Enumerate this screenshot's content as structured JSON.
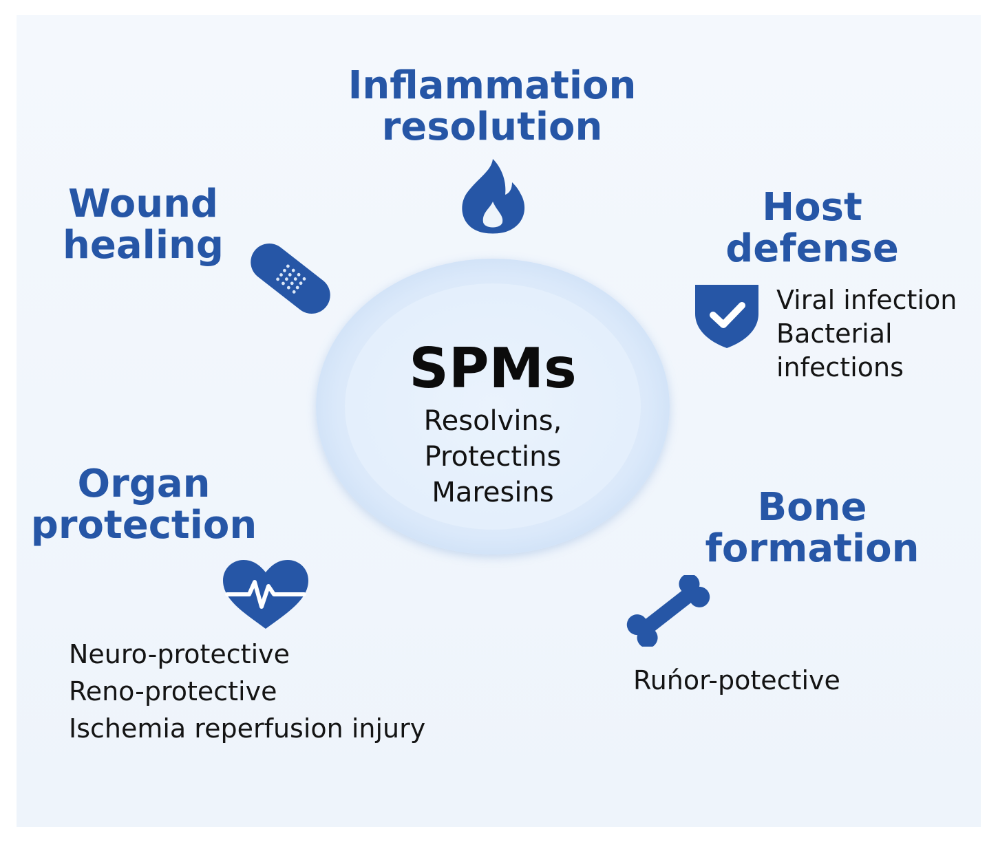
{
  "center": {
    "title": "SPMs",
    "items": [
      "Resolvins,",
      "Protectins",
      "Maresins"
    ]
  },
  "nodes": {
    "inflammation": {
      "title": "Inflammation\nresolution",
      "icon": "flame-icon"
    },
    "wound": {
      "title": "Wound\nhealing",
      "icon": "bandage-icon"
    },
    "host": {
      "title": "Host\ndefense",
      "icon": "shield-check-icon",
      "details": [
        "Viral infection",
        "Bacterial",
        "infections"
      ]
    },
    "organ": {
      "title": "Organ\nprotection",
      "icon": "heart-pulse-icon",
      "details": [
        "Neuro-protective",
        "Reno-protective",
        "Ischemia reperfusion injury"
      ]
    },
    "bone": {
      "title": "Bone\nformation",
      "icon": "bone-icon",
      "details": [
        "Ruńor-potective"
      ]
    }
  },
  "colors": {
    "accent": "#2656a6",
    "background": "#eef4fb",
    "text": "#141414"
  }
}
